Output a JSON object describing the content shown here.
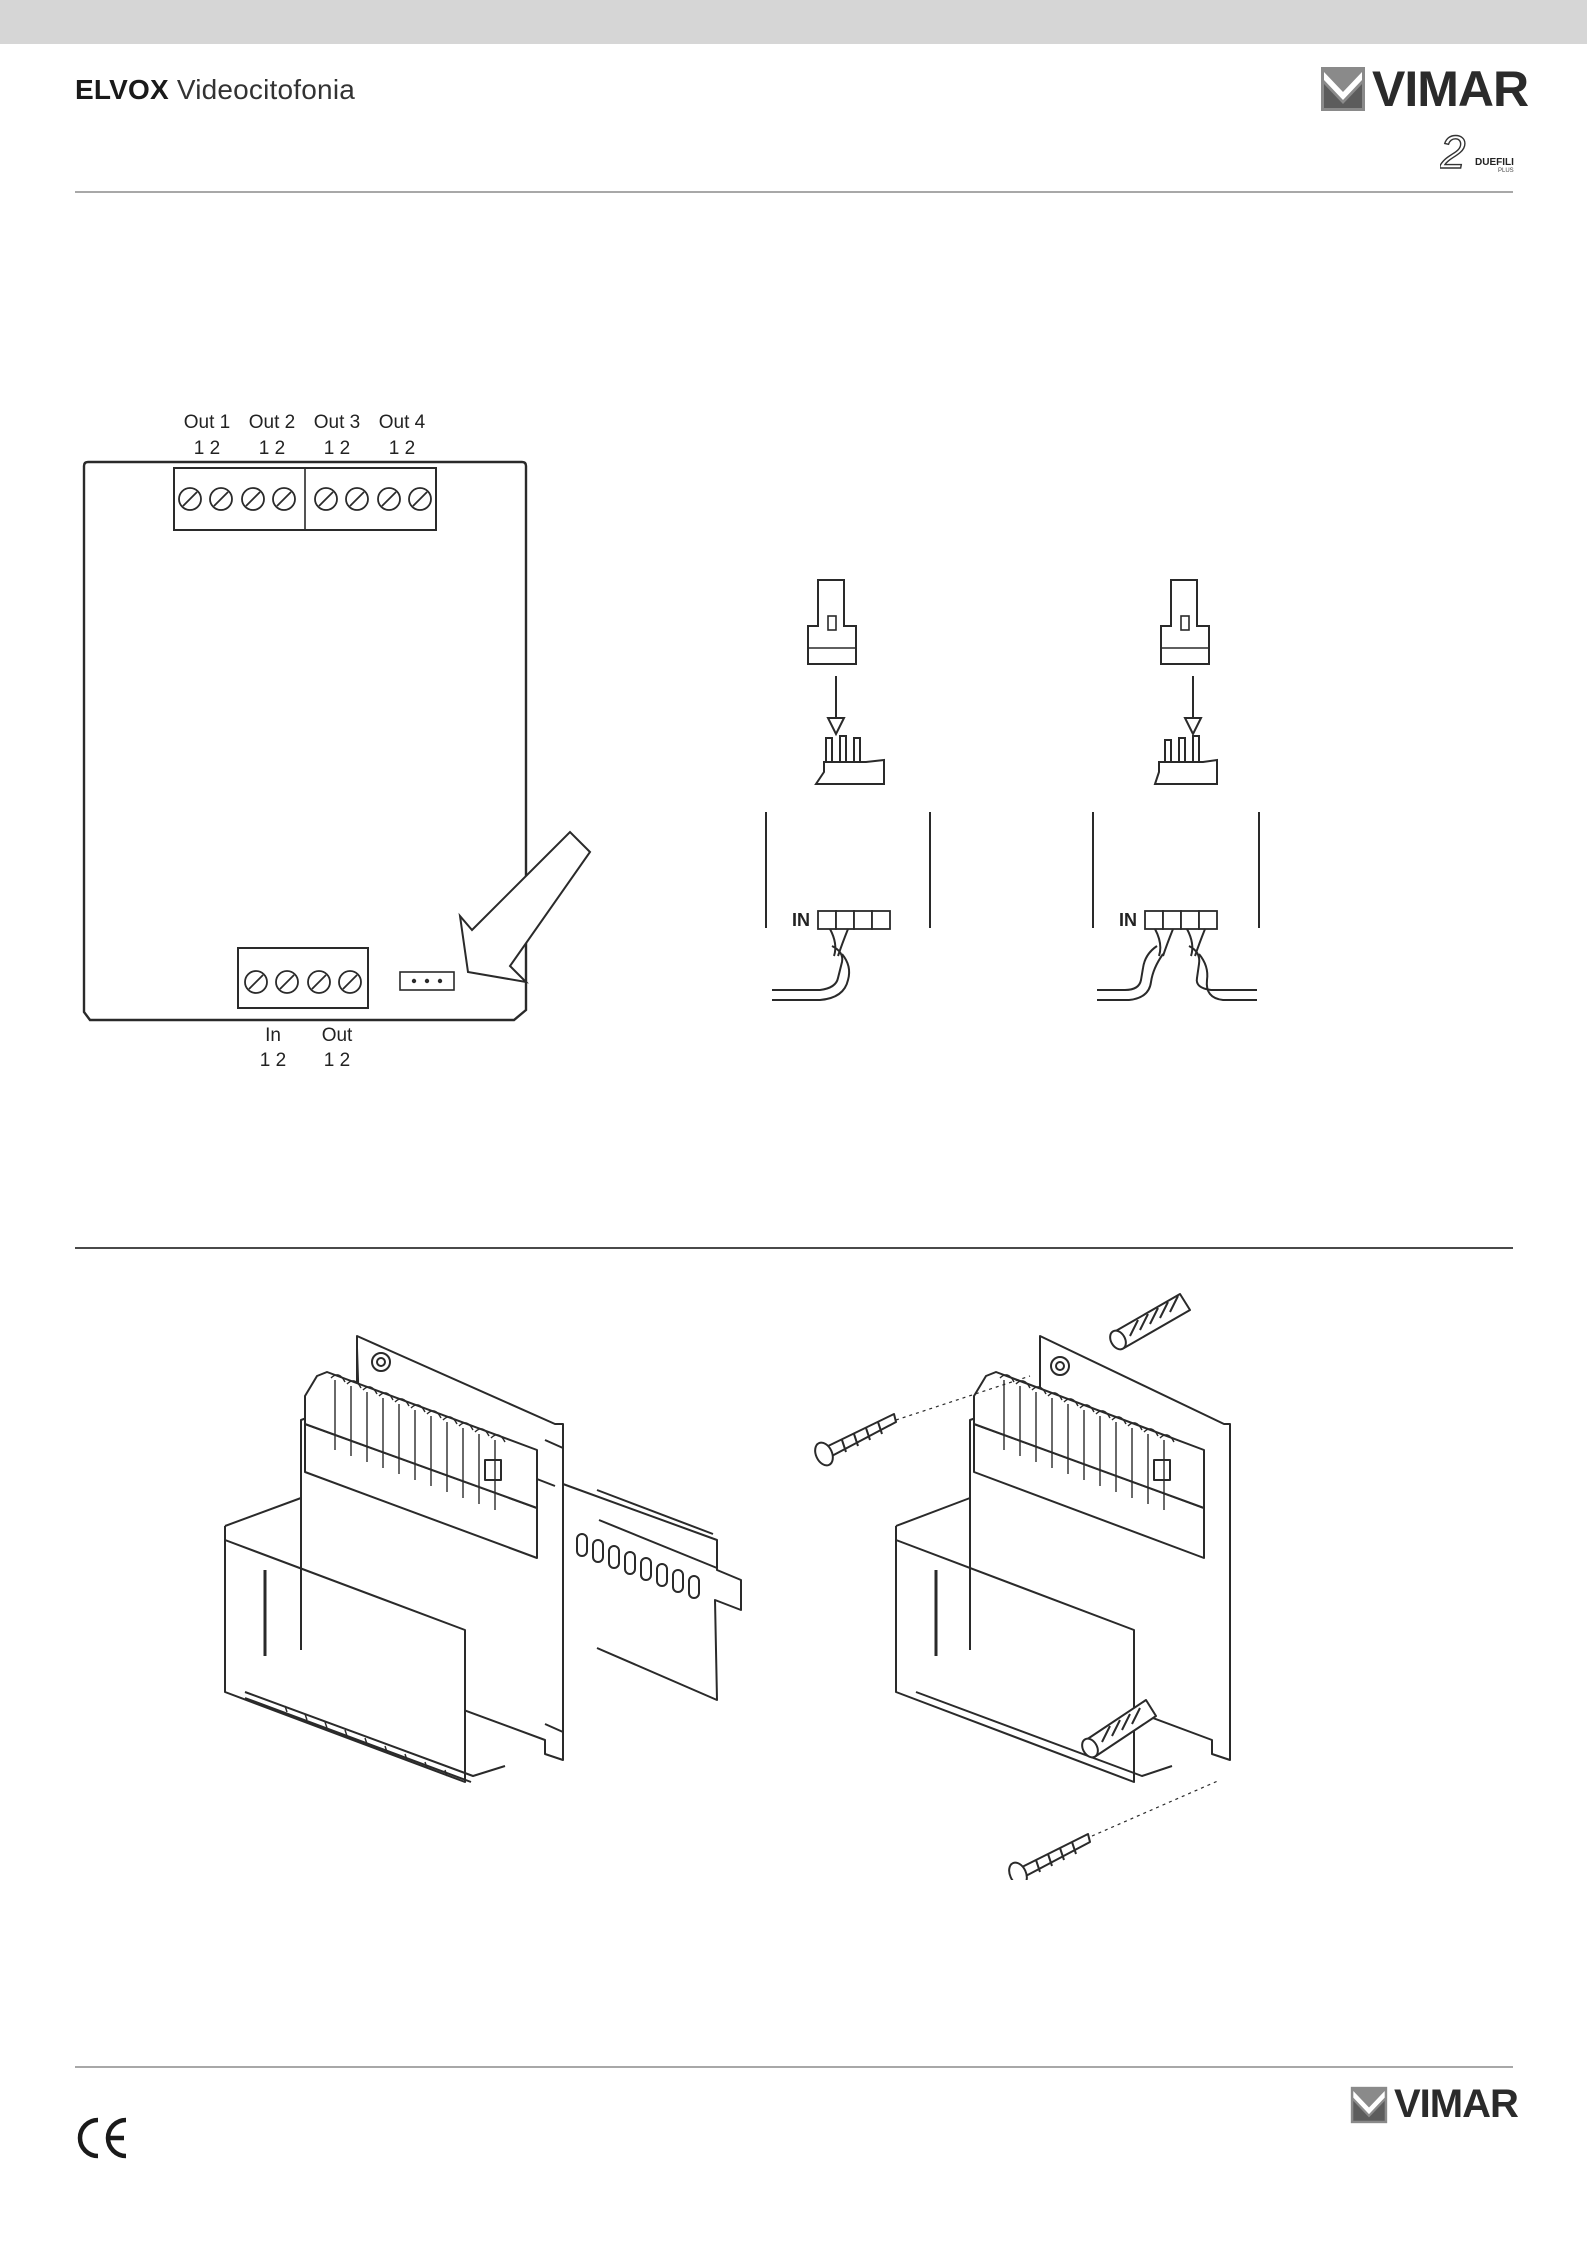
{
  "header": {
    "brand_bold": "ELVOX",
    "brand_light": "Videocitofonia",
    "logo_text": "VIMAR",
    "duefili_label": "DUEFILI",
    "duefili_sub": "PLUS",
    "duefili_numeral": "2"
  },
  "terminal_diagram": {
    "outputs": [
      {
        "label": "Out 1",
        "pins": "1 2"
      },
      {
        "label": "Out 2",
        "pins": "1 2"
      },
      {
        "label": "Out 3",
        "pins": "1 2"
      },
      {
        "label": "Out 4",
        "pins": "1 2"
      }
    ],
    "inputs": [
      {
        "label": "In",
        "pins": "1 2"
      },
      {
        "label": "Out",
        "pins": "1 2"
      }
    ]
  },
  "jumper_diagrams": [
    {
      "connector_label": "IN"
    },
    {
      "connector_label": "IN"
    }
  ],
  "footer": {
    "logo_text": "VIMAR",
    "ce_mark": "CE"
  },
  "colors": {
    "line": "#2a2a2a",
    "rule_light": "#a8a8a8",
    "rule_dark": "#4a4a4a",
    "top_bar": "#d6d6d6"
  }
}
